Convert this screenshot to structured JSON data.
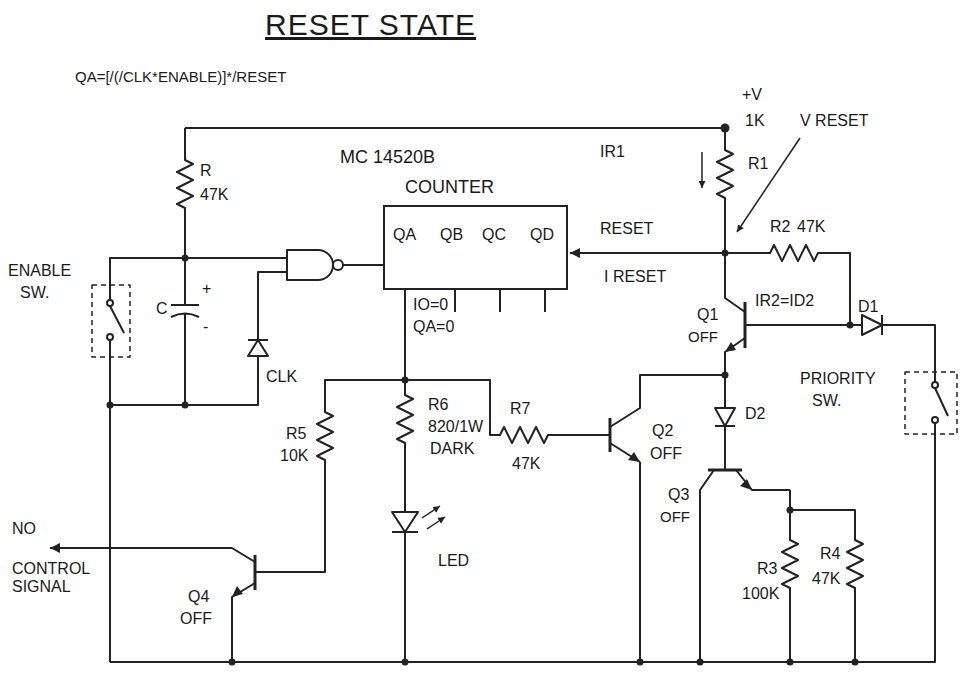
{
  "diagram": {
    "title": "RESET STATE",
    "nodes": [
      {
        "text": [
          "MC 14520B",
          "COUNTER",
          "QA",
          "QB",
          "QC",
          "QD"
        ]
      }
    ],
    "labels": [
      "QA=[/(/CLK*ENABLE)]*/RESET",
      "+V",
      "1K",
      "R1",
      "V RESET",
      "IR1",
      "R2",
      "47K",
      "RESET",
      "I RESET",
      "IR2=ID2",
      "D1",
      "Q1",
      "OFF",
      "PRIORITY",
      "SW.",
      "Q2",
      "OFF",
      "D2",
      "Q3",
      "OFF",
      "R3",
      "100K",
      "R4",
      "47K",
      "R7",
      "47K",
      "R6",
      "820/1W",
      "DARK",
      "LED",
      "R5",
      "10K",
      "Q4",
      "OFF",
      "NO",
      "CONTROL SIGNAL",
      "ENABLE",
      "SW.",
      "R",
      "47K",
      "C",
      "+",
      "-",
      "CLK",
      "IO=0",
      "QA=0"
    ]
  }
}
